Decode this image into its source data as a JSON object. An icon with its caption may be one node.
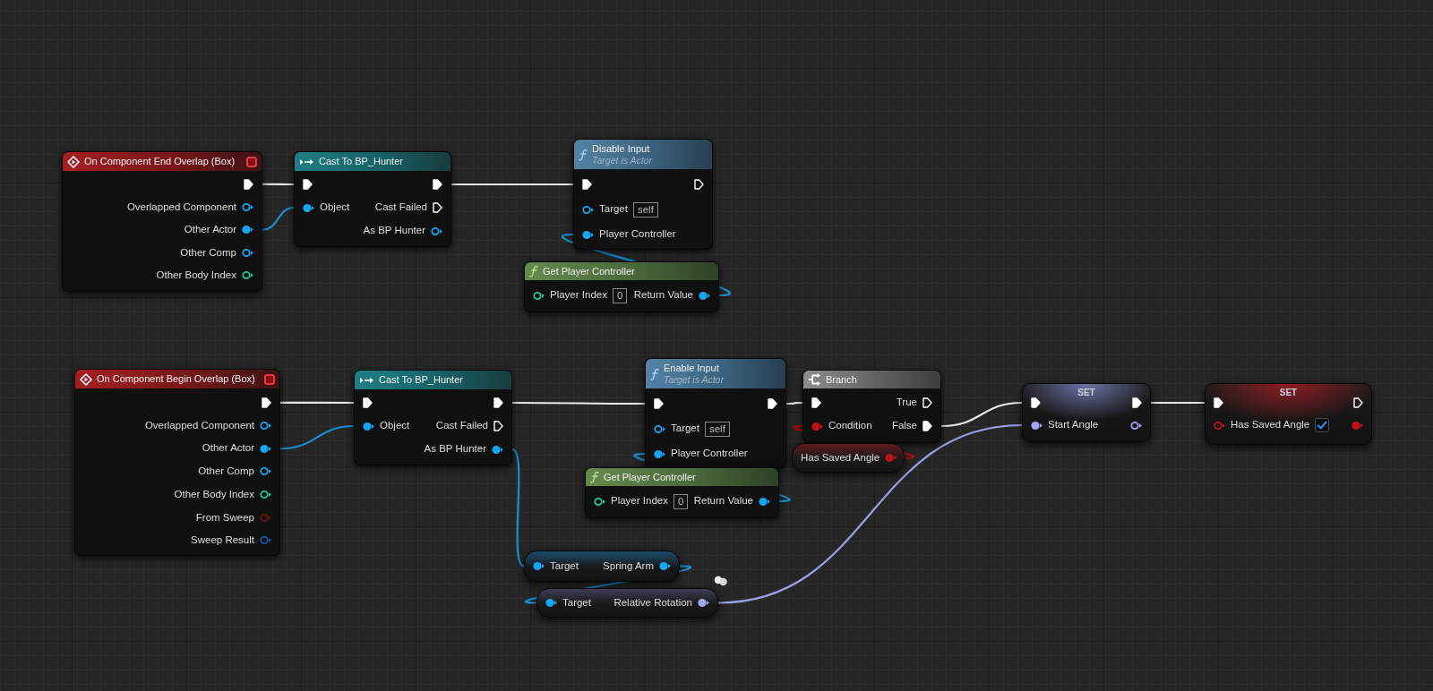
{
  "diagram": {
    "nodes": [
      {
        "text": [
          "On Component End Overlap (Box)",
          "Overlapped Component",
          "Other Actor",
          "Other Comp",
          "Other Body Index"
        ]
      },
      {
        "text": [
          "Cast To BP_Hunter",
          "Object",
          "Cast Failed",
          "As BP Hunter"
        ]
      },
      {
        "text": [
          "Disable Input",
          "Target is Actor",
          "Target",
          "self",
          "Player Controller"
        ]
      },
      {
        "text": [
          "Get Player Controller",
          "Player Index",
          "0",
          "Return Value"
        ]
      },
      {
        "text": [
          "On Component Begin Overlap (Box)",
          "Overlapped Component",
          "Other Actor",
          "Other Comp",
          "Other Body Index",
          "From Sweep",
          "Sweep Result"
        ]
      },
      {
        "text": [
          "Cast To BP_Hunter",
          "Object",
          "Cast Failed",
          "As BP Hunter"
        ]
      },
      {
        "text": [
          "Enable Input",
          "Target is Actor",
          "Target",
          "self",
          "Player Controller"
        ]
      },
      {
        "text": [
          "Branch",
          "True",
          "Condition",
          "False"
        ]
      },
      {
        "text": [
          "SET",
          "Start Angle"
        ]
      },
      {
        "text": [
          "SET",
          "Has Saved Angle"
        ]
      },
      {
        "text": [
          "Has Saved Angle"
        ]
      },
      {
        "text": [
          "Get Player Controller",
          "Player Index",
          "0",
          "Return Value"
        ]
      },
      {
        "text": [
          "Target",
          "Spring Arm"
        ]
      },
      {
        "text": [
          "Target",
          "Relative Rotation"
        ]
      }
    ],
    "edges": [
      {
        "from": 0,
        "to": 1,
        "arrow": "none"
      },
      {
        "from": 0,
        "to": 1,
        "arrow": "none",
        "color": "#1a8fd0"
      },
      {
        "from": 1,
        "to": 2,
        "arrow": "none"
      },
      {
        "from": 3,
        "to": 2,
        "arrow": "none",
        "color": "#1a8fd0"
      },
      {
        "from": 4,
        "to": 5,
        "arrow": "none"
      },
      {
        "from": 4,
        "to": 5,
        "arrow": "none",
        "color": "#1a8fd0"
      },
      {
        "from": 5,
        "to": 6,
        "arrow": "none"
      },
      {
        "from": 6,
        "to": 7,
        "arrow": "none"
      },
      {
        "from": 7,
        "to": 8,
        "arrow": "none"
      },
      {
        "from": 8,
        "to": 9,
        "arrow": "none"
      },
      {
        "from": 10,
        "to": 7,
        "arrow": "none",
        "color": "#a50d12"
      },
      {
        "from": 11,
        "to": 6,
        "arrow": "none",
        "color": "#1a8fd0"
      },
      {
        "from": 5,
        "to": 12,
        "arrow": "none",
        "color": "#1a8fd0"
      },
      {
        "from": 12,
        "to": 13,
        "arrow": "none",
        "color": "#1a8fd0"
      },
      {
        "from": 13,
        "to": 8,
        "arrow": "none",
        "color": "#9da0e6"
      }
    ]
  }
}
